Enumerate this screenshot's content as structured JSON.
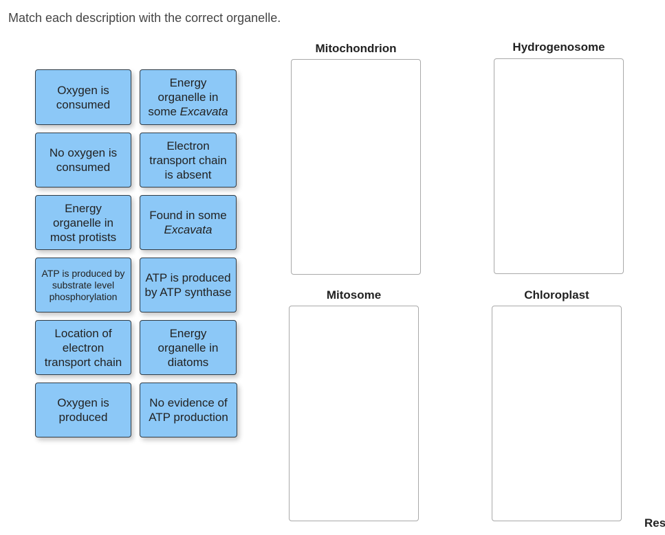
{
  "instructions": "Match each description with the correct organelle.",
  "cards": [
    {
      "pre": "Oxygen is consumed",
      "it": "",
      "post": ""
    },
    {
      "pre": "Energy organelle in some ",
      "it": "Excavata",
      "post": ""
    },
    {
      "pre": "No oxygen is consumed",
      "it": "",
      "post": ""
    },
    {
      "pre": "Electron transport chain is absent",
      "it": "",
      "post": ""
    },
    {
      "pre": "Energy organelle in most protists",
      "it": "",
      "post": ""
    },
    {
      "pre": "Found in some ",
      "it": "Excavata",
      "post": ""
    },
    {
      "pre": "ATP is produced by substrate level phosphorylation",
      "it": "",
      "post": ""
    },
    {
      "pre": "ATP is produced by ATP synthase",
      "it": "",
      "post": ""
    },
    {
      "pre": "Location of electron transport chain",
      "it": "",
      "post": ""
    },
    {
      "pre": "Energy organelle in diatoms",
      "it": "",
      "post": ""
    },
    {
      "pre": "Oxygen is produced",
      "it": "",
      "post": ""
    },
    {
      "pre": "No evidence of ATP production",
      "it": "",
      "post": ""
    }
  ],
  "zones": {
    "mitochondrion": "Mitochondrion",
    "hydrogenosome": "Hydrogenosome",
    "mitosome": "Mitosome",
    "chloroplast": "Chloroplast"
  },
  "corner_text": "Res"
}
